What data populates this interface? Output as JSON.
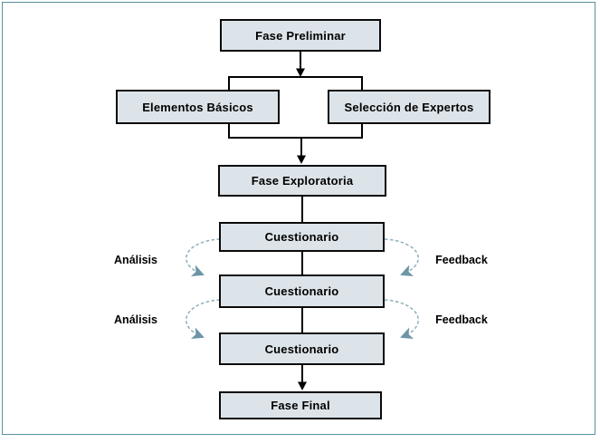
{
  "palette": {
    "frame_border": "#58919b",
    "box_fill": "#dde4e9",
    "box_border": "#0a0a0a",
    "flow_line": "#000000",
    "loop_arrow_stroke": "#8fafbc",
    "loop_arrowhead_fill": "#6d95a6",
    "text": "#000000",
    "background": "#ffffff"
  },
  "diagram": {
    "nodes": [
      {
        "id": "fase-preliminar",
        "label": "Fase Preliminar"
      },
      {
        "id": "elementos-basicos",
        "label": "Elementos Básicos"
      },
      {
        "id": "seleccion-expertos",
        "label": "Selección de Expertos"
      },
      {
        "id": "fase-exploratoria",
        "label": "Fase Exploratoria"
      },
      {
        "id": "cuestionario-1",
        "label": "Cuestionario"
      },
      {
        "id": "cuestionario-2",
        "label": "Cuestionario"
      },
      {
        "id": "cuestionario-3",
        "label": "Cuestionario"
      },
      {
        "id": "fase-final",
        "label": "Fase Final"
      }
    ],
    "side_labels": [
      {
        "id": "analisis-1",
        "label": "Análisis",
        "side": "left"
      },
      {
        "id": "feedback-1",
        "label": "Feedback",
        "side": "right"
      },
      {
        "id": "analisis-2",
        "label": "Análisis",
        "side": "left"
      },
      {
        "id": "feedback-2",
        "label": "Feedback",
        "side": "right"
      }
    ]
  }
}
